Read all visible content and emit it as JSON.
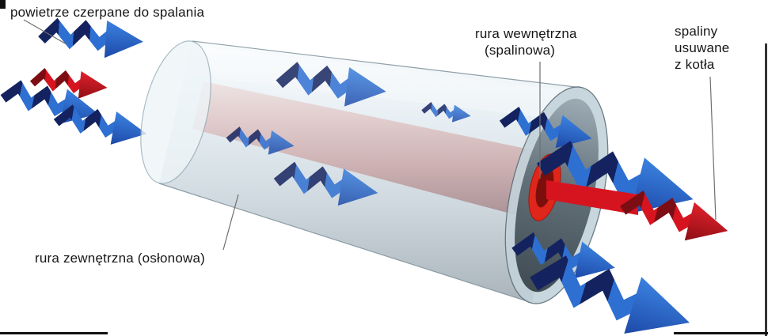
{
  "diagram": {
    "labels": {
      "air_intake": "powietrze czerpane do spalania",
      "inner_pipe_line1": "rura wewnętrzna",
      "inner_pipe_line2": "(spalinowa)",
      "exhaust_line1": "spaliny",
      "exhaust_line2": "usuwane",
      "exhaust_line3": "z kotła",
      "outer_pipe": "rura zewnętrzna (osłonowa)"
    },
    "colors": {
      "background": "#ffffff",
      "air_arrow_dark": "#14235f",
      "air_arrow_bright": "#2e6fd2",
      "exhaust_arrow_dark": "#7c0d13",
      "exhaust_arrow_bright": "#d61420",
      "outer_tube_light": "#f7fbfd",
      "outer_tube_dark": "#70818c",
      "inner_pipe_light": "#f8d2cb",
      "inner_pipe_dark": "#a85450",
      "pipe_opening": "#e0261a",
      "label_text": "#161616",
      "leader_line": "#6f6f6f"
    }
  }
}
